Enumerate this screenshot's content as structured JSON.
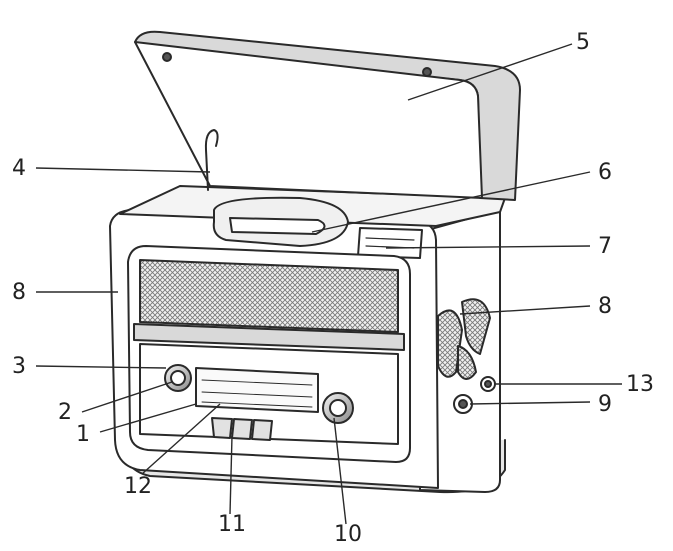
{
  "callouts": [
    {
      "id": "1",
      "label": "1"
    },
    {
      "id": "2",
      "label": "2"
    },
    {
      "id": "3",
      "label": "3"
    },
    {
      "id": "4",
      "label": "4"
    },
    {
      "id": "5",
      "label": "5"
    },
    {
      "id": "6",
      "label": "6"
    },
    {
      "id": "7",
      "label": "7"
    },
    {
      "id": "8a",
      "label": "8"
    },
    {
      "id": "8b",
      "label": "8"
    },
    {
      "id": "9",
      "label": "9"
    },
    {
      "id": "10",
      "label": "10"
    },
    {
      "id": "11",
      "label": "11"
    },
    {
      "id": "12",
      "label": "12"
    },
    {
      "id": "13",
      "label": "13"
    }
  ],
  "colors": {
    "line": "#2a2a2a",
    "body": "#ffffff",
    "shade": "#bdbdbd",
    "grille": "#6e6e6e"
  }
}
